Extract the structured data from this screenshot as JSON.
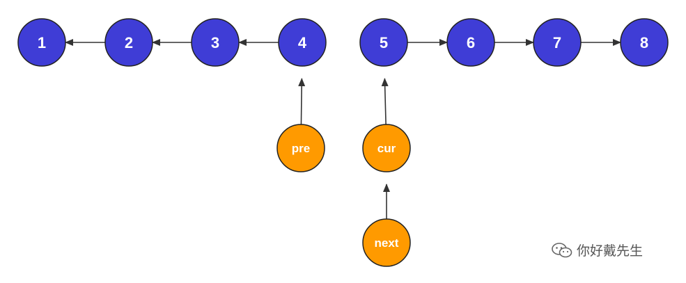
{
  "diagram": {
    "colors": {
      "node_fill": "#3f3dd6",
      "node_stroke": "#222222",
      "pointer_fill": "#ff9a00",
      "pointer_stroke": "#222222",
      "arrow": "#333333"
    },
    "nodes": [
      {
        "id": "n1",
        "label": "1"
      },
      {
        "id": "n2",
        "label": "2"
      },
      {
        "id": "n3",
        "label": "3"
      },
      {
        "id": "n4",
        "label": "4"
      },
      {
        "id": "n5",
        "label": "5"
      },
      {
        "id": "n6",
        "label": "6"
      },
      {
        "id": "n7",
        "label": "7"
      },
      {
        "id": "n8",
        "label": "8"
      }
    ],
    "links": [
      {
        "from": "n2",
        "to": "n1"
      },
      {
        "from": "n3",
        "to": "n2"
      },
      {
        "from": "n4",
        "to": "n3"
      },
      {
        "from": "n5",
        "to": "n6"
      },
      {
        "from": "n6",
        "to": "n7"
      },
      {
        "from": "n7",
        "to": "n8"
      }
    ],
    "pointers": [
      {
        "id": "pre",
        "label": "pre",
        "points_to": "n4"
      },
      {
        "id": "cur",
        "label": "cur",
        "points_to": "n5"
      },
      {
        "id": "next",
        "label": "next",
        "points_to": "cur"
      }
    ]
  },
  "watermark": {
    "icon": "wechat-icon",
    "text": "你好戴先生"
  }
}
